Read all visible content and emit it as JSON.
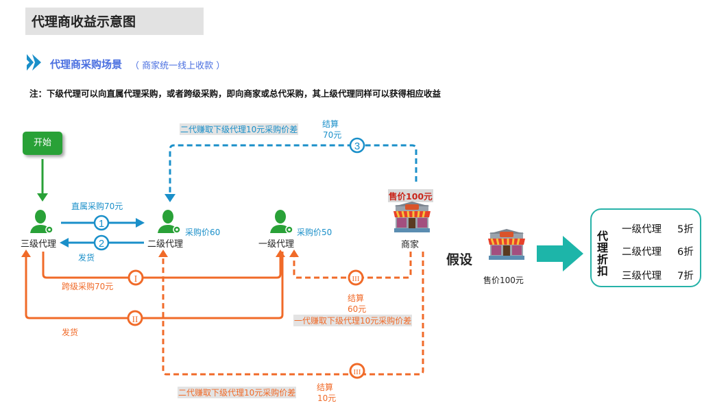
{
  "header": {
    "title": "代理商收益示意图"
  },
  "section": {
    "icon": "double-chevron-right-icon",
    "title": "代理商采购场景",
    "subtitle": "（ 商家统一线上收款 ）"
  },
  "note": "注：下级代理可以向直属代理采购，或者跨级采购，即向商家或总代采购，其上级代理同样可以获得相应收益",
  "colors": {
    "blue_flow": "#1a8fc9",
    "orange_flow": "#f06a28",
    "start_green": "#29a137",
    "teal": "#26b2a8",
    "title_bg": "#e2e2e2",
    "section_blue": "#4a6fe0"
  },
  "diagram": {
    "start_button": "开始",
    "nodes": {
      "agent3": {
        "label": "三级代理",
        "icon": "agent-person-icon"
      },
      "agent2": {
        "label": "二级代理",
        "icon": "agent-person-icon",
        "price": "采购价60"
      },
      "agent1": {
        "label": "一级代理",
        "icon": "agent-person-icon",
        "price": "采购价50"
      },
      "merchant": {
        "label": "商家",
        "icon": "store-icon",
        "price": "售价100元"
      }
    },
    "blue_flows": {
      "step1_badge": "1",
      "step1_label": "直属采购70元",
      "step2_badge": "2",
      "step2_label": "发货",
      "step3_badge": "3",
      "step3_settle": "结算",
      "step3_amount": "70元",
      "step3_note": "二代赚取下级代理10元采购价差"
    },
    "orange_flows": {
      "stepI_badge": "I",
      "stepI_label": "跨级采购70元",
      "stepII_badge": "II",
      "stepII_label": "发货",
      "stepIII_a_badge": "III",
      "stepIII_a_settle": "结算",
      "stepIII_a_amount": "60元",
      "stepIII_a_note": "一代赚取下级代理10元采购价差",
      "stepIII_b_badge": "III",
      "stepIII_b_settle": "结算",
      "stepIII_b_amount": "10元",
      "stepIII_b_note": "二代赚取下级代理10元采购价差"
    }
  },
  "assumption": {
    "title": "假设",
    "store_icon": "store-icon",
    "price": "售价100元",
    "arrow_icon": "arrow-right-icon",
    "discount_title": "代理折扣",
    "discounts": [
      {
        "level": "一级代理",
        "rate": "5折"
      },
      {
        "level": "二级代理",
        "rate": "6折"
      },
      {
        "level": "三级代理",
        "rate": "7折"
      }
    ]
  }
}
